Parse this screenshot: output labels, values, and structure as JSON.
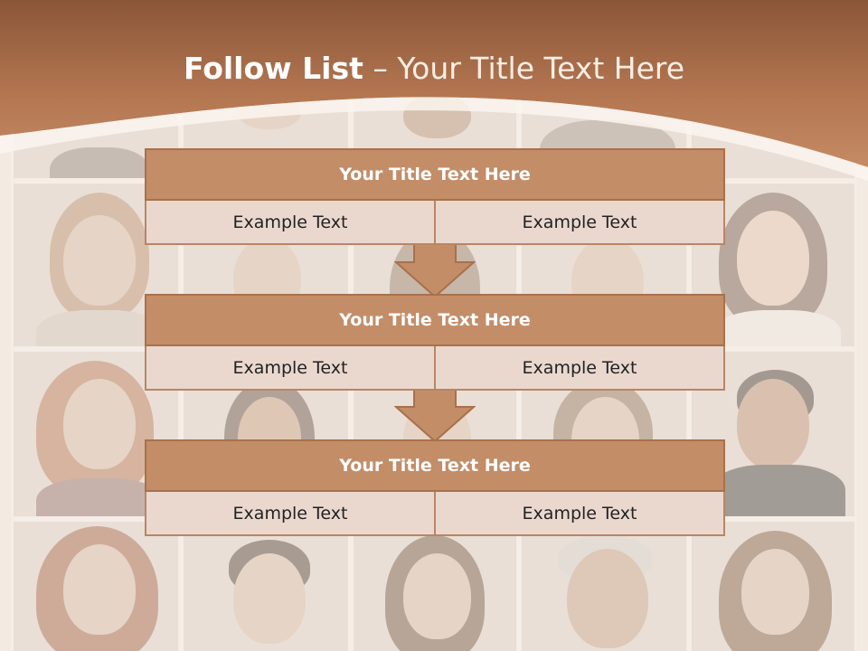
{
  "slide": {
    "title_bold": "Follow List",
    "title_rest": " – Your Title Text Here"
  },
  "colors": {
    "banner": "#b97c57",
    "box_header": "#c38d68",
    "box_cell": "#ead8cf",
    "arrow": "#c38d68"
  },
  "flow": [
    {
      "title": "Your Title Text Here",
      "left": "Example Text",
      "right": "Example Text"
    },
    {
      "title": "Your Title Text Here",
      "left": "Example Text",
      "right": "Example Text"
    },
    {
      "title": "Your Title Text Here",
      "left": "Example Text",
      "right": "Example Text"
    }
  ]
}
